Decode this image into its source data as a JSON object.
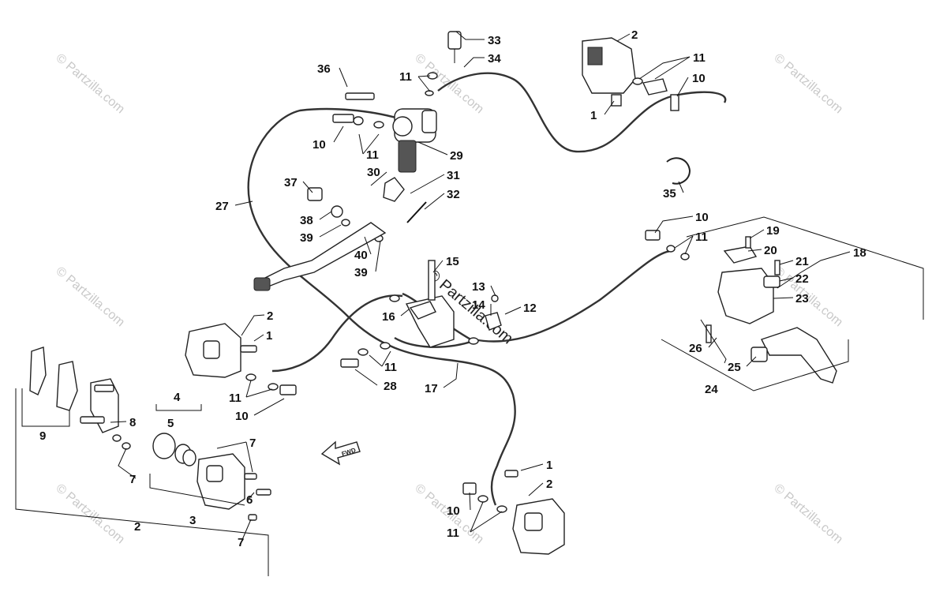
{
  "watermark": {
    "text": "© Partzilla.com"
  },
  "fwd_label": "FWD",
  "callouts": [
    {
      "id": "c33",
      "text": "33"
    },
    {
      "id": "c34",
      "text": "34"
    },
    {
      "id": "c11a",
      "text": "11"
    },
    {
      "id": "c36",
      "text": "36"
    },
    {
      "id": "c2a",
      "text": "2"
    },
    {
      "id": "c11b",
      "text": "11"
    },
    {
      "id": "c10a",
      "text": "10"
    },
    {
      "id": "c1a",
      "text": "1"
    },
    {
      "id": "c10b",
      "text": "10"
    },
    {
      "id": "c11c",
      "text": "11"
    },
    {
      "id": "c29",
      "text": "29"
    },
    {
      "id": "c30",
      "text": "30"
    },
    {
      "id": "c31",
      "text": "31"
    },
    {
      "id": "c32",
      "text": "32"
    },
    {
      "id": "c37",
      "text": "37"
    },
    {
      "id": "c35",
      "text": "35"
    },
    {
      "id": "c27",
      "text": "27"
    },
    {
      "id": "c38",
      "text": "38"
    },
    {
      "id": "c39a",
      "text": "39"
    },
    {
      "id": "c40",
      "text": "40"
    },
    {
      "id": "c39b",
      "text": "39"
    },
    {
      "id": "c10c",
      "text": "10"
    },
    {
      "id": "c11d",
      "text": "11"
    },
    {
      "id": "c19",
      "text": "19"
    },
    {
      "id": "c20",
      "text": "20"
    },
    {
      "id": "c18",
      "text": "18"
    },
    {
      "id": "c21",
      "text": "21"
    },
    {
      "id": "c22",
      "text": "22"
    },
    {
      "id": "c23",
      "text": "23"
    },
    {
      "id": "c15",
      "text": "15"
    },
    {
      "id": "c13",
      "text": "13"
    },
    {
      "id": "c14",
      "text": "14"
    },
    {
      "id": "c12",
      "text": "12"
    },
    {
      "id": "c16",
      "text": "16"
    },
    {
      "id": "c2b",
      "text": "2"
    },
    {
      "id": "c1b",
      "text": "1"
    },
    {
      "id": "c26",
      "text": "26"
    },
    {
      "id": "c25",
      "text": "25"
    },
    {
      "id": "c24",
      "text": "24"
    },
    {
      "id": "c11e",
      "text": "11"
    },
    {
      "id": "c28",
      "text": "28"
    },
    {
      "id": "c17",
      "text": "17"
    },
    {
      "id": "c11f",
      "text": "11"
    },
    {
      "id": "c10d",
      "text": "10"
    },
    {
      "id": "c4",
      "text": "4"
    },
    {
      "id": "c5",
      "text": "5"
    },
    {
      "id": "c8",
      "text": "8"
    },
    {
      "id": "c9",
      "text": "9"
    },
    {
      "id": "c7a",
      "text": "7"
    },
    {
      "id": "c7b",
      "text": "7"
    },
    {
      "id": "c6",
      "text": "6"
    },
    {
      "id": "c3",
      "text": "3"
    },
    {
      "id": "c2c",
      "text": "2"
    },
    {
      "id": "c7c",
      "text": "7"
    },
    {
      "id": "c1c",
      "text": "1"
    },
    {
      "id": "c2d",
      "text": "2"
    },
    {
      "id": "c10e",
      "text": "10"
    },
    {
      "id": "c11g",
      "text": "11"
    }
  ]
}
